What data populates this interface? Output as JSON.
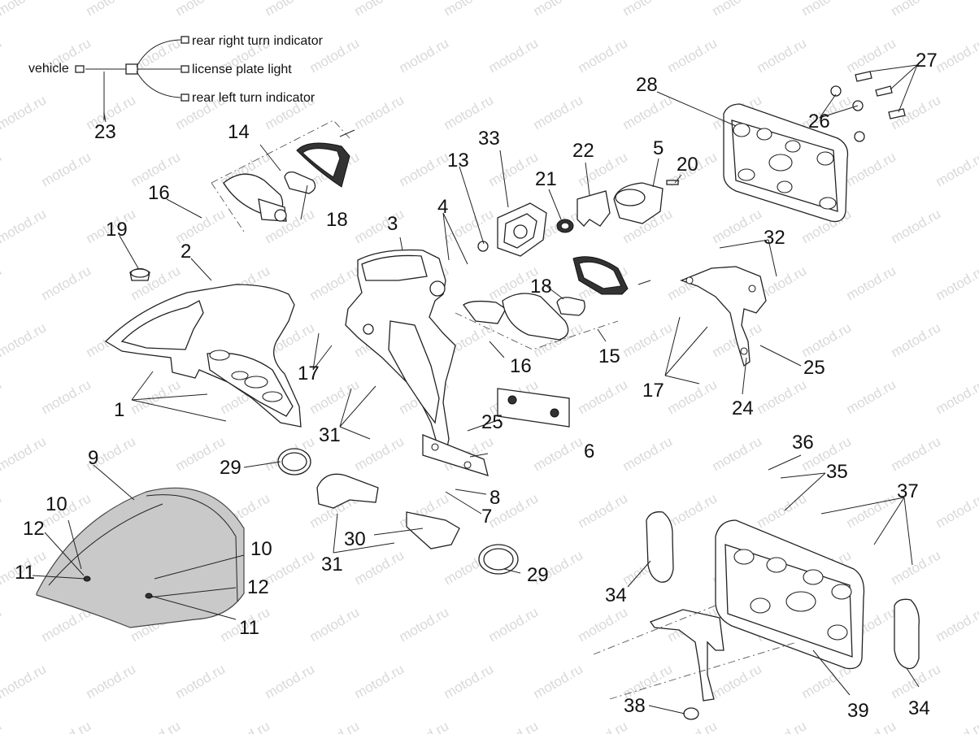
{
  "watermark": "motod.ru",
  "wiring": {
    "vehicle": "vehicle",
    "rear_right": "rear right turn indicator",
    "plate_light": "license plate light",
    "rear_left": "rear left turn indicator"
  },
  "labels": {
    "l1": "1",
    "l2": "2",
    "l3": "3",
    "l4": "4",
    "l5": "5",
    "l6": "6",
    "l7": "7",
    "l8": "8",
    "l9": "9",
    "l10a": "10",
    "l10b": "10",
    "l11a": "11",
    "l11b": "11",
    "l12a": "12",
    "l12b": "12",
    "l13": "13",
    "l14": "14",
    "l15": "15",
    "l16a": "16",
    "l16b": "16",
    "l17a": "17",
    "l17b": "17",
    "l18a": "18",
    "l18b": "18",
    "l19": "19",
    "l20": "20",
    "l21": "21",
    "l22": "22",
    "l23": "23",
    "l24": "24",
    "l25a": "25",
    "l25b": "25",
    "l26": "26",
    "l27": "27",
    "l28": "28",
    "l29a": "29",
    "l29b": "29",
    "l30": "30",
    "l31a": "31",
    "l31b": "31",
    "l32": "32",
    "l33": "33",
    "l34a": "34",
    "l34b": "34",
    "l35": "35",
    "l36": "36",
    "l37": "37",
    "l38": "38",
    "l39": "39"
  }
}
